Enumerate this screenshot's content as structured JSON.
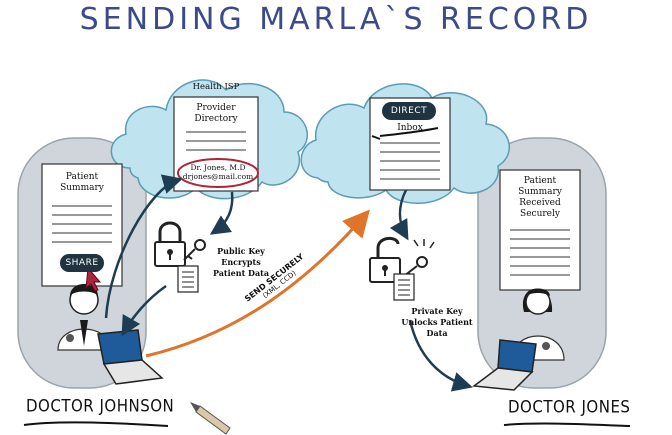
{
  "title": "SENDING MARLA`S RECORD",
  "left_doc": {
    "title": "Patient Summary",
    "share_label": "SHARE"
  },
  "isp": {
    "label": "Health ISP",
    "directory_title": "Provider Directory",
    "entry_name": "Dr. Jones, M.D",
    "entry_email": "drjones@mail.com"
  },
  "direct": {
    "badge": "DIRECT",
    "inbox_label": "Inbox"
  },
  "right_doc": {
    "title": "Patient Summary Received Securely"
  },
  "public_key": {
    "label": "Public Key Encrypts Patient Data"
  },
  "private_key": {
    "label": "Private Key Unlocks Patient Data"
  },
  "send": {
    "label": "SEND SECURELY",
    "sub": "(XML, CCD)"
  },
  "doctor_left": "DOCTOR JOHNSON",
  "doctor_right": "DOCTOR JONES",
  "colors": {
    "title": "#3b4a8a",
    "cloud": "#bfe3ef",
    "pill_bg": "#cfd5db",
    "pill_button": "#1f3340",
    "send_arrow": "#e0742a",
    "flow_arrow": "#1f3d52",
    "highlight": "#b0233a"
  }
}
